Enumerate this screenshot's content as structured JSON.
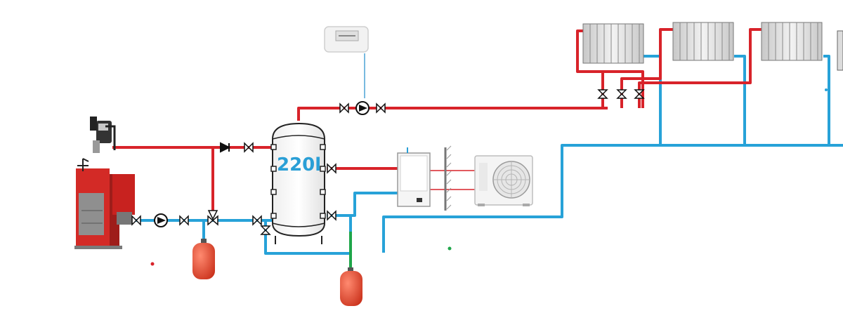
{
  "tank": {
    "capacity_label": "220l"
  },
  "colors": {
    "supply": "#d8232a",
    "return": "#27a2d8",
    "expansion_link": "#1fa64a",
    "sensor_wire": "#4aa3d6",
    "vessel": "#e0452b"
  },
  "components": [
    "solid-fuel-boiler",
    "buffer-tank",
    "heat-pump-indoor-unit",
    "heat-pump-outdoor-unit",
    "room-thermostat",
    "radiator",
    "radiator",
    "radiator",
    "expansion-vessel",
    "expansion-vessel",
    "circulation-pump",
    "circulation-pump",
    "three-way-valve",
    "check-valve"
  ]
}
